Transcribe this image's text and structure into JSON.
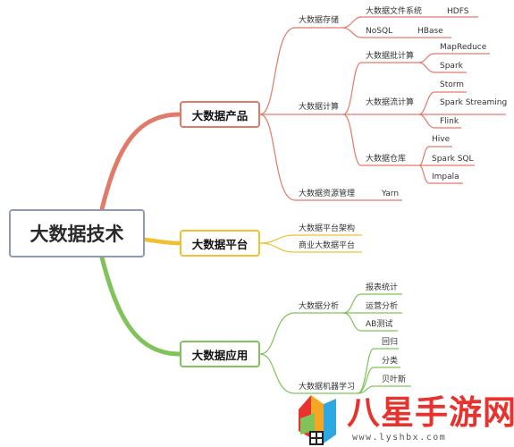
{
  "root": "大数据技术",
  "branches": {
    "products": {
      "label": "大数据产品",
      "storage": {
        "label": "大数据存储",
        "fs": {
          "label": "大数据文件系统",
          "value": "HDFS"
        },
        "nosql": {
          "label": "NoSQL",
          "value": "HBase"
        }
      },
      "compute": {
        "label": "大数据计算",
        "batch": {
          "label": "大数据批计算",
          "items": [
            "MapReduce",
            "Spark"
          ]
        },
        "stream": {
          "label": "大数据流计算",
          "items": [
            "Storm",
            "Spark Streaming",
            "Flink"
          ]
        },
        "warehouse": {
          "label": "大数据仓库",
          "items": [
            "Hive",
            "Spark SQL",
            "Impala"
          ]
        }
      },
      "resource": {
        "label": "大数据资源管理",
        "value": "Yarn"
      }
    },
    "platform": {
      "label": "大数据平台",
      "items": [
        "大数据平台架构",
        "商业大数据平台"
      ]
    },
    "application": {
      "label": "大数据应用",
      "analysis": {
        "label": "大数据分析",
        "items": [
          "报表统计",
          "运营分析",
          "AB测试"
        ]
      },
      "ml": {
        "label": "大数据机器学习",
        "items": [
          "回归",
          "分类",
          "贝叶斯"
        ]
      }
    }
  },
  "colors": {
    "red": "#e27a6a",
    "yellow": "#f0c030",
    "green": "#7fc35a",
    "root_border": "#8e9aae"
  },
  "watermark": {
    "brand": "八星手游网",
    "url": "www.lyshbx.com"
  }
}
